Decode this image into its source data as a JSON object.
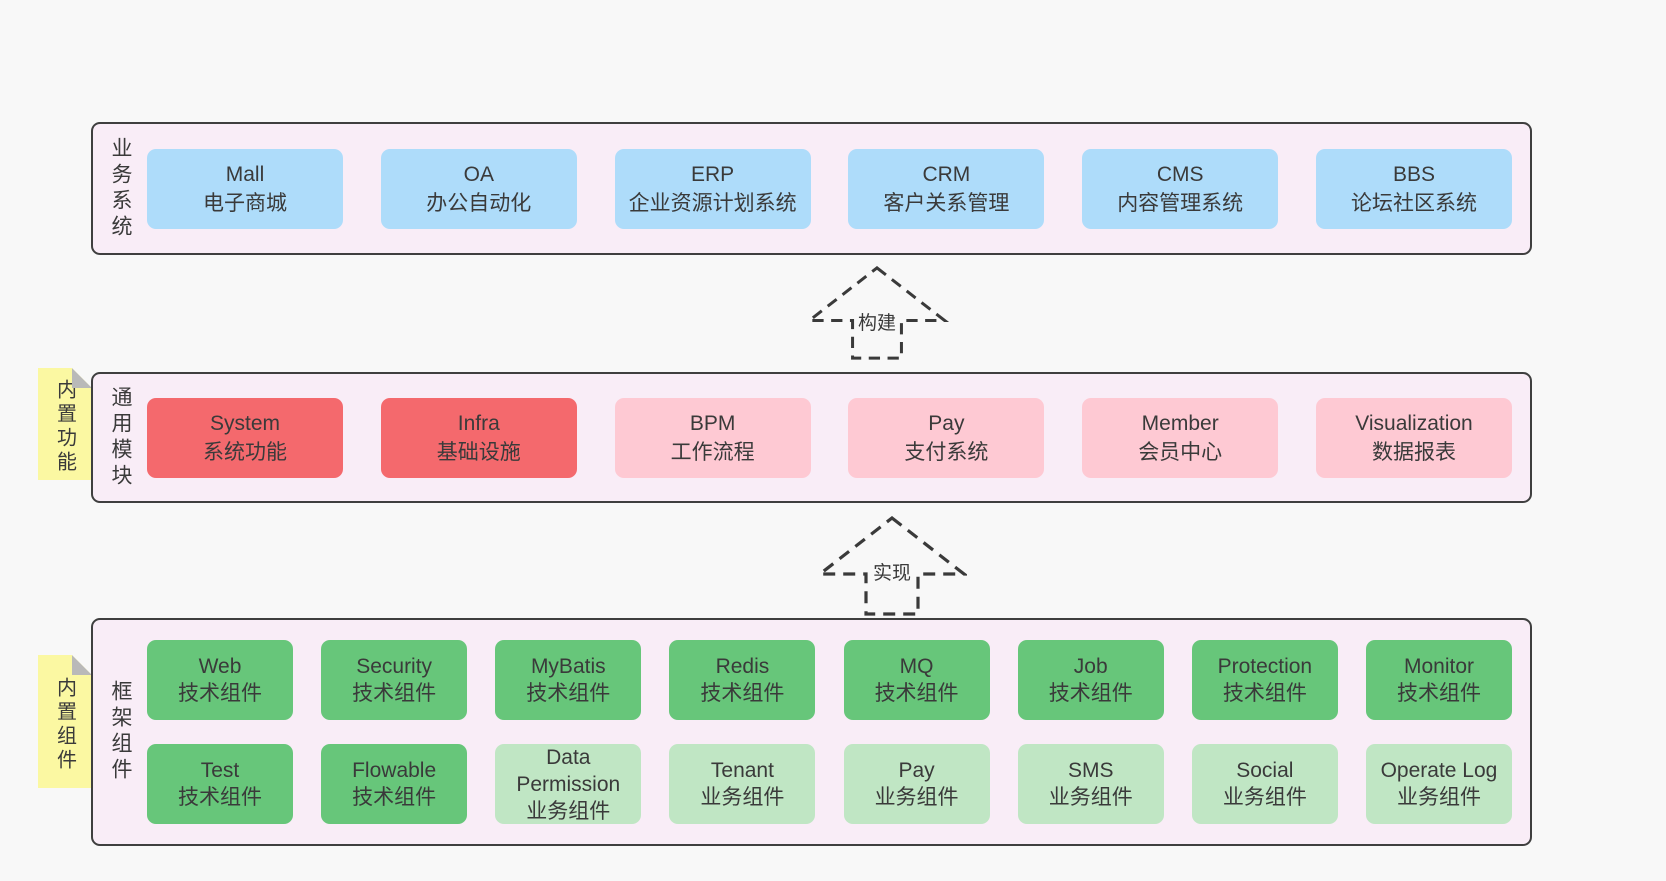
{
  "colors": {
    "page-bg": "#f8f8f8",
    "band-bg": "#f9edf7",
    "band-border": "#3f3f3f",
    "blue": "#aedcfa",
    "red": "#f4696d",
    "pink": "#fec9d3",
    "green": "#67c67a",
    "lightgreen": "#c0e6c4",
    "sticky-bg": "#fbf8a2",
    "sticky-fold": "#b9b9b9",
    "text": "#3a3a3a",
    "arrow": "#3a3a3a"
  },
  "arrows": [
    {
      "label": "构建"
    },
    {
      "label": "实现"
    }
  ],
  "bands": [
    {
      "label": "业务系统",
      "rows": [
        [
          {
            "en": "Mall",
            "zh": "电子商城",
            "type": "blue"
          },
          {
            "en": "OA",
            "zh": "办公自动化",
            "type": "blue"
          },
          {
            "en": "ERP",
            "zh": "企业资源计划系统",
            "type": "blue"
          },
          {
            "en": "CRM",
            "zh": "客户关系管理",
            "type": "blue"
          },
          {
            "en": "CMS",
            "zh": "内容管理系统",
            "type": "blue"
          },
          {
            "en": "BBS",
            "zh": "论坛社区系统",
            "type": "blue"
          }
        ]
      ]
    },
    {
      "label": "通用模块",
      "note": "内置功能",
      "rows": [
        [
          {
            "en": "System",
            "zh": "系统功能",
            "type": "red"
          },
          {
            "en": "Infra",
            "zh": "基础设施",
            "type": "red"
          },
          {
            "en": "BPM",
            "zh": "工作流程",
            "type": "pink"
          },
          {
            "en": "Pay",
            "zh": "支付系统",
            "type": "pink"
          },
          {
            "en": "Member",
            "zh": "会员中心",
            "type": "pink"
          },
          {
            "en": "Visualization",
            "zh": "数据报表",
            "type": "pink"
          }
        ]
      ]
    },
    {
      "label": "框架组件",
      "note": "内置组件",
      "rows": [
        [
          {
            "en": "Web",
            "zh": "技术组件",
            "type": "green"
          },
          {
            "en": "Security",
            "zh": "技术组件",
            "type": "green"
          },
          {
            "en": "MyBatis",
            "zh": "技术组件",
            "type": "green"
          },
          {
            "en": "Redis",
            "zh": "技术组件",
            "type": "green"
          },
          {
            "en": "MQ",
            "zh": "技术组件",
            "type": "green"
          },
          {
            "en": "Job",
            "zh": "技术组件",
            "type": "green"
          },
          {
            "en": "Protection",
            "zh": "技术组件",
            "type": "green"
          },
          {
            "en": "Monitor",
            "zh": "技术组件",
            "type": "green"
          }
        ],
        [
          {
            "en": "Test",
            "zh": "技术组件",
            "type": "green"
          },
          {
            "en": "Flowable",
            "zh": "技术组件",
            "type": "green"
          },
          {
            "en": "Data Permission",
            "zh": "业务组件",
            "type": "lightgreen"
          },
          {
            "en": "Tenant",
            "zh": "业务组件",
            "type": "lightgreen"
          },
          {
            "en": "Pay",
            "zh": "业务组件",
            "type": "lightgreen"
          },
          {
            "en": "SMS",
            "zh": "业务组件",
            "type": "lightgreen"
          },
          {
            "en": "Social",
            "zh": "业务组件",
            "type": "lightgreen"
          },
          {
            "en": "Operate Log",
            "zh": "业务组件",
            "type": "lightgreen"
          }
        ]
      ]
    }
  ]
}
